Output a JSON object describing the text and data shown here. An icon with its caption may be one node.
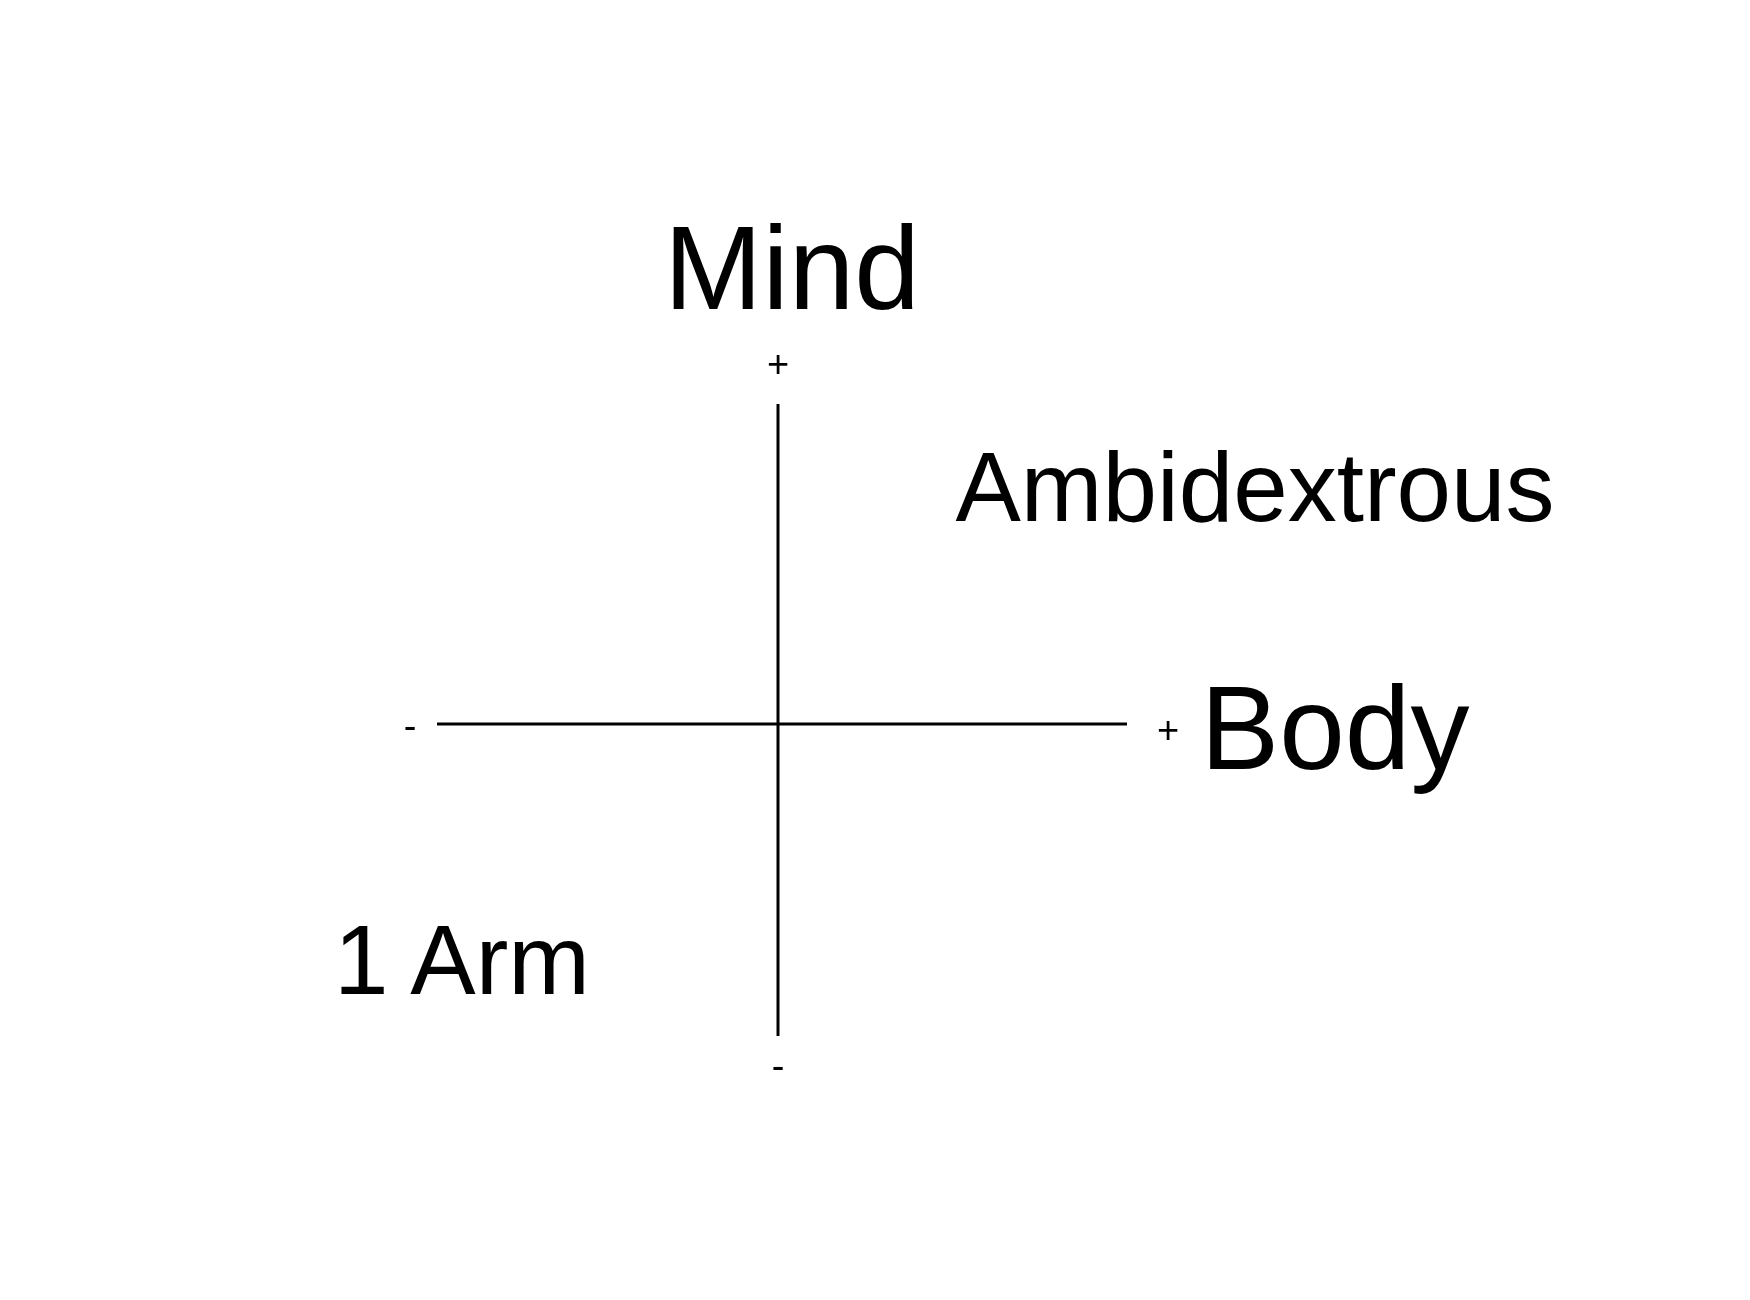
{
  "diagram": {
    "labels": [
      "Mind",
      "+",
      "Ambidextrous",
      "-",
      "+",
      "Body",
      "1 Arm",
      "-"
    ]
  }
}
